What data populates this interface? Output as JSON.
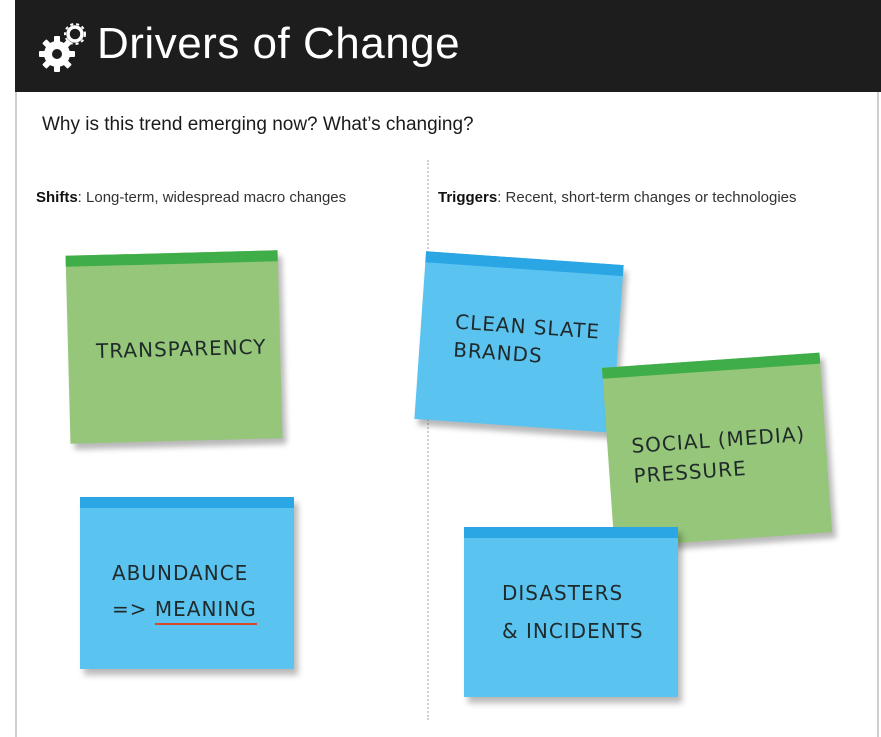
{
  "header": {
    "title": "Drivers of Change",
    "icon": "gears-icon"
  },
  "question": "Why is this trend emerging now? What’s changing?",
  "columns": {
    "shifts": {
      "term": "Shifts",
      "description": ": Long-term, widespread macro changes"
    },
    "triggers": {
      "term": "Triggers",
      "description": ": Recent, short-term changes or technologies"
    }
  },
  "notes": {
    "transparency": {
      "text": "TRANSPARENCY",
      "color": "#96c67a"
    },
    "abundance": {
      "line1": "ABUNDANCE",
      "line2_prefix": "=> ",
      "line2_underlined": "MEANING",
      "color": "#5bc3f0"
    },
    "clean_slate": {
      "line1": "CLEAN SLATE",
      "line2": "BRANDS",
      "color": "#5bc3f0"
    },
    "social_pressure": {
      "line1": "SOCIAL (MEDIA)",
      "line2": "PRESSURE",
      "color": "#96c67a"
    },
    "disasters": {
      "line1": "DISASTERS",
      "line2": "& INCIDENTS",
      "color": "#5bc3f0"
    }
  },
  "colors": {
    "header_bg": "#1d1d1d",
    "green_note": "#96c67a",
    "green_band": "#3fae49",
    "blue_note": "#5bc3f0",
    "blue_band": "#29a6e3",
    "underline": "#d8492a"
  }
}
